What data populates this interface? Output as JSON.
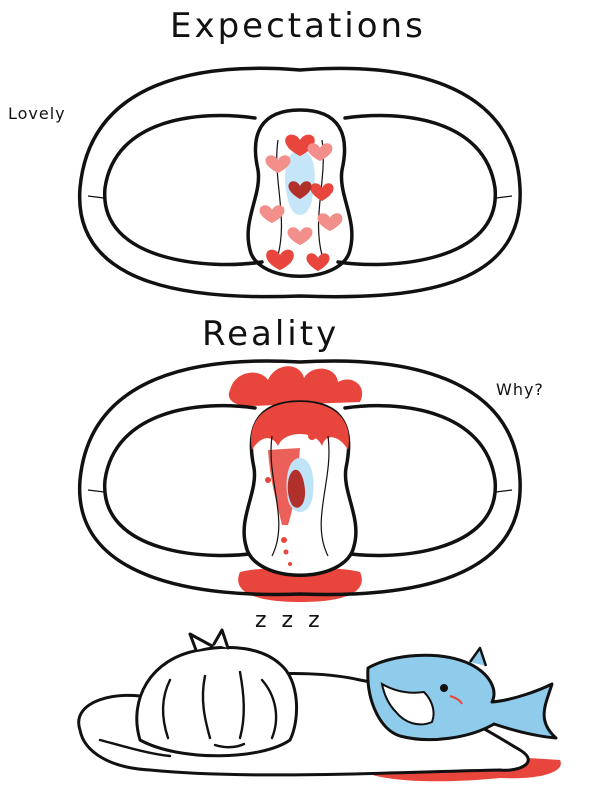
{
  "panels": {
    "expectations": {
      "title": "Expectations",
      "note": "Lovely"
    },
    "reality": {
      "title": "Reality",
      "note": "Why?"
    }
  },
  "sleep": {
    "sound": "z z z"
  },
  "colors": {
    "ink": "#111111",
    "blood": "#e8453c",
    "blood_dark": "#b2302c",
    "heart_light": "#f38f8a",
    "pad_blue": "#bfe3f7",
    "shark_blue": "#8fcbea",
    "background": "#ffffff"
  },
  "icons": [
    "heart-icon",
    "shark-plush-icon",
    "sleeping-person-icon"
  ]
}
